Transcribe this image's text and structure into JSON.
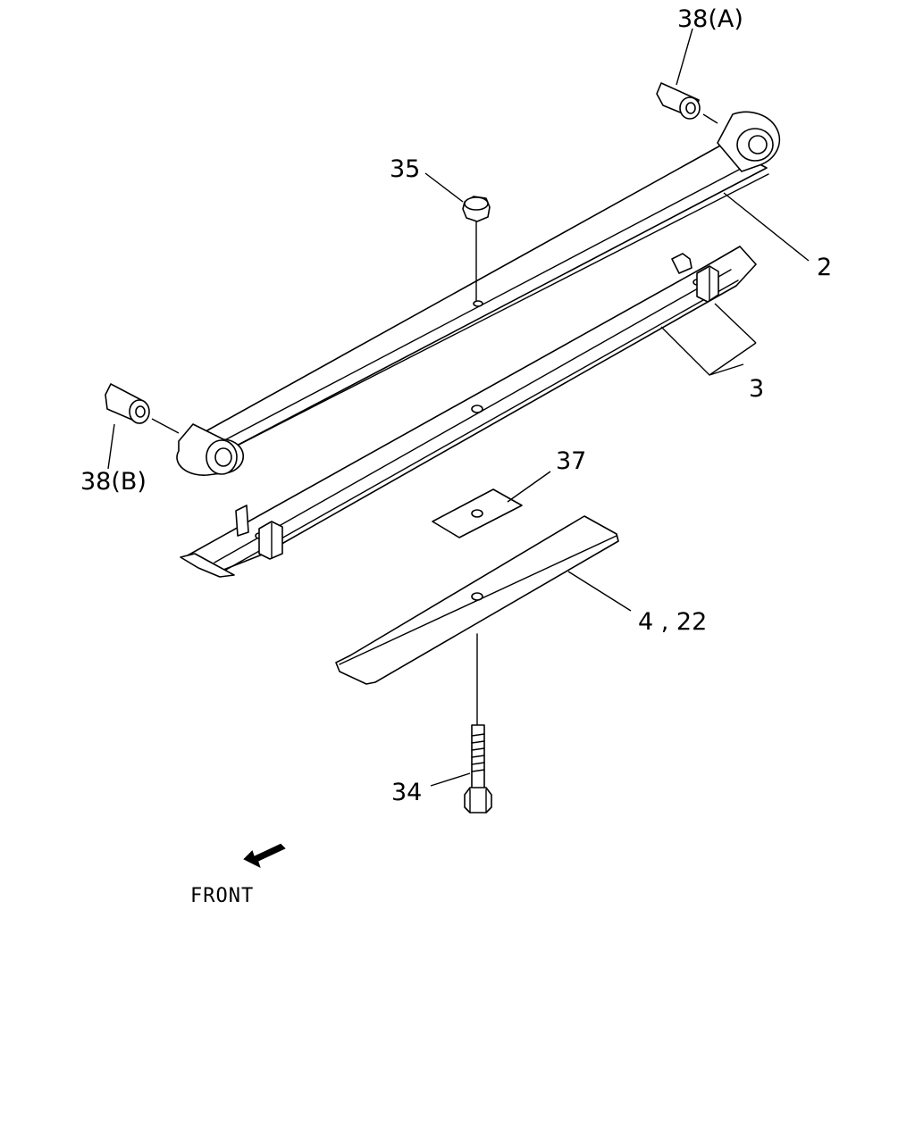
{
  "callouts": {
    "bush_front": "38(A)",
    "bush_rear": "38(B)",
    "nut": "35",
    "main_leaf": "2",
    "leaf_assy": "3",
    "spacer": "37",
    "lower_leaf": "4 , 22",
    "bolt": "34"
  },
  "direction": {
    "label": "FRONT",
    "icon": "front-arrow-icon"
  }
}
